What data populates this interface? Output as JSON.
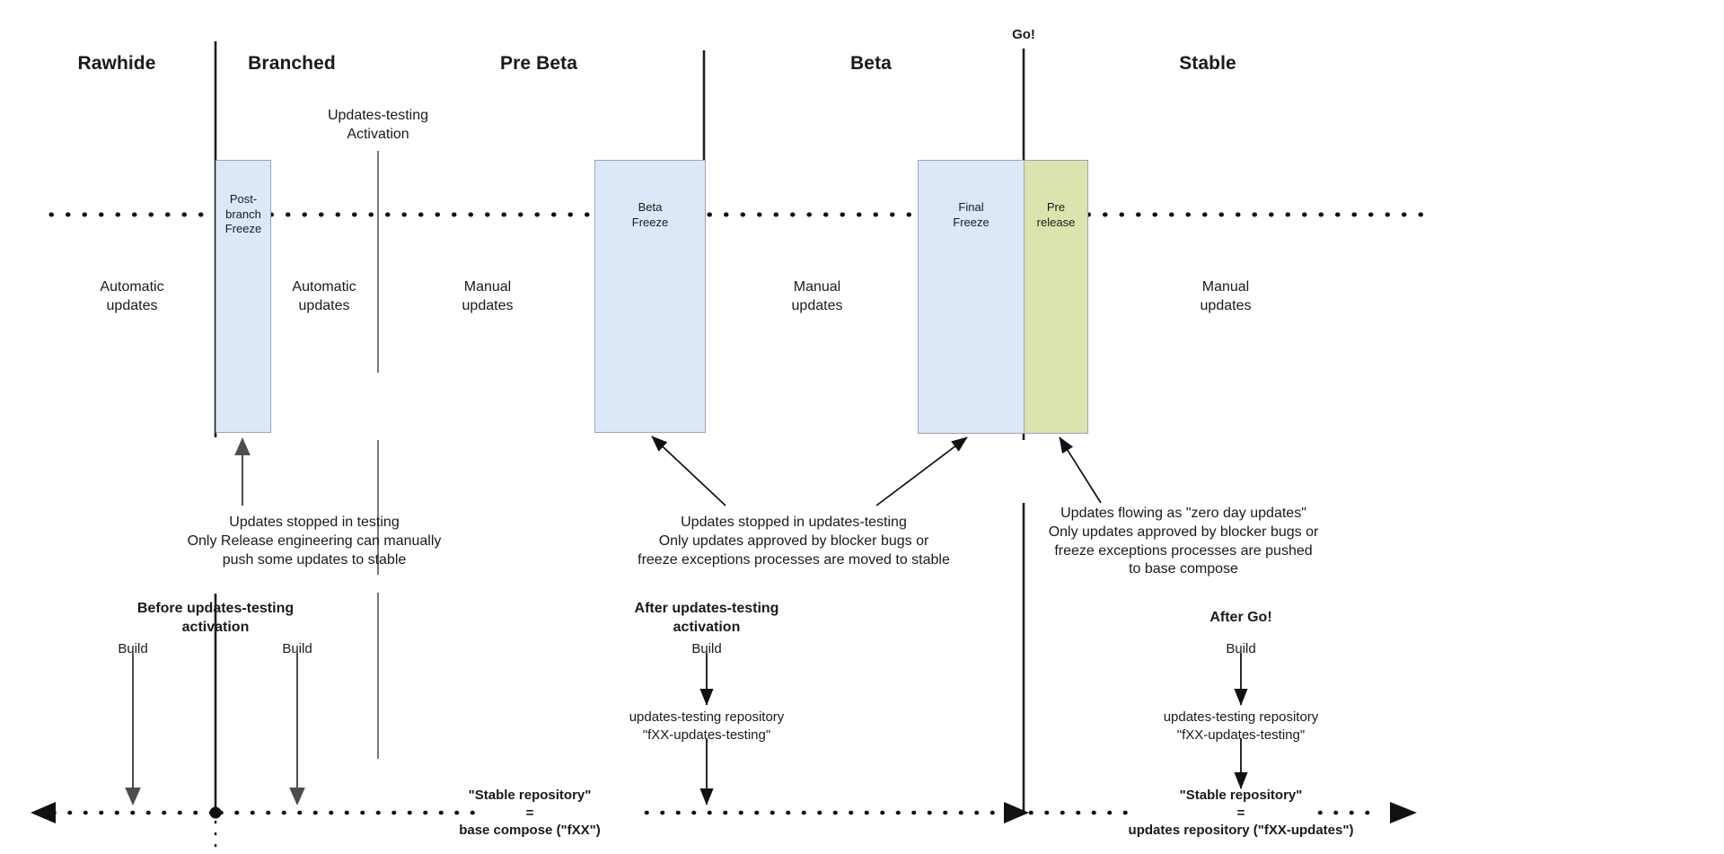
{
  "diagram": {
    "title": "Fedora release lifecycle updates flow",
    "colors": {
      "freeze_blue_fill": "#dce7f8",
      "prerelease_green_fill": "#dde3ae",
      "box_border": "#9aa5b1",
      "line_dark": "#1f1f1f",
      "line_gray": "#5a5a5a",
      "text": "#1a1a1a"
    }
  },
  "phases": [
    {
      "id": "rawhide",
      "label": "Rawhide"
    },
    {
      "id": "branched",
      "label": "Branched"
    },
    {
      "id": "prebeta",
      "label": "Pre Beta"
    },
    {
      "id": "beta",
      "label": "Beta"
    },
    {
      "id": "stable",
      "label": "Stable"
    }
  ],
  "milestones": [
    {
      "id": "updates-testing-activation",
      "label": "Updates-testing\nActivation",
      "bold": false
    },
    {
      "id": "go",
      "label": "Go!",
      "bold": true
    }
  ],
  "freeze_boxes": [
    {
      "id": "post-branch-freeze",
      "label": "Post-\nbranch\nFreeze",
      "fill": "#dce7f8"
    },
    {
      "id": "beta-freeze",
      "label": "Beta\nFreeze",
      "fill": "#dce7f8"
    },
    {
      "id": "final-freeze",
      "label": "Final\nFreeze",
      "fill": "#dce7f8"
    },
    {
      "id": "pre-release",
      "label": "Pre\nrelease",
      "fill": "#dde3ae"
    }
  ],
  "update_modes": [
    {
      "id": "rawhide-updates",
      "label": "Automatic\nupdates"
    },
    {
      "id": "branched-updates",
      "label": "Automatic\nupdates"
    },
    {
      "id": "prebeta-updates",
      "label": "Manual\nupdates"
    },
    {
      "id": "beta-updates",
      "label": "Manual\nupdates"
    },
    {
      "id": "stable-updates",
      "label": "Manual\nupdates"
    }
  ],
  "notes": [
    {
      "id": "note-post-branch-freeze",
      "text": "Updates stopped in testing\nOnly Release engineering can manually\npush some updates to stable"
    },
    {
      "id": "note-beta-final-freeze",
      "text": "Updates stopped in updates-testing\nOnly updates approved by blocker bugs or\nfreeze exceptions processes are moved to stable"
    },
    {
      "id": "note-pre-release",
      "text": "Updates flowing as \"zero day updates\"\nOnly updates approved by blocker bugs or\nfreeze exceptions processes are pushed\nto base compose"
    }
  ],
  "flows": [
    {
      "id": "flow-before-activation",
      "heading": "Before updates-testing\nactivation",
      "steps": [
        {
          "id": "build-left",
          "label": "Build",
          "bold": false
        },
        {
          "id": "build-right",
          "label": "Build",
          "bold": false
        }
      ],
      "target": {
        "id": "stable-repository-branched",
        "label": "",
        "bold": true
      }
    },
    {
      "id": "flow-after-activation",
      "heading": "After updates-testing\nactivation",
      "steps": [
        {
          "id": "build",
          "label": "Build",
          "bold": false
        },
        {
          "id": "updates-testing-repo",
          "label": "updates-testing repository\n\"fXX-updates-testing\"",
          "bold": false
        }
      ],
      "target": {
        "id": "stable-repository-prebeta",
        "label": "\"Stable repository\"\n=\nbase compose (\"fXX\")",
        "bold": true
      }
    },
    {
      "id": "flow-after-go",
      "heading": "After Go!",
      "steps": [
        {
          "id": "build",
          "label": "Build",
          "bold": false
        },
        {
          "id": "updates-testing-repo",
          "label": "updates-testing repository\n\"fXX-updates-testing\"",
          "bold": false
        }
      ],
      "target": {
        "id": "stable-repository-stable",
        "label": "\"Stable repository\"\n=\nupdates repository (\"fXX-updates\")",
        "bold": true
      }
    }
  ]
}
